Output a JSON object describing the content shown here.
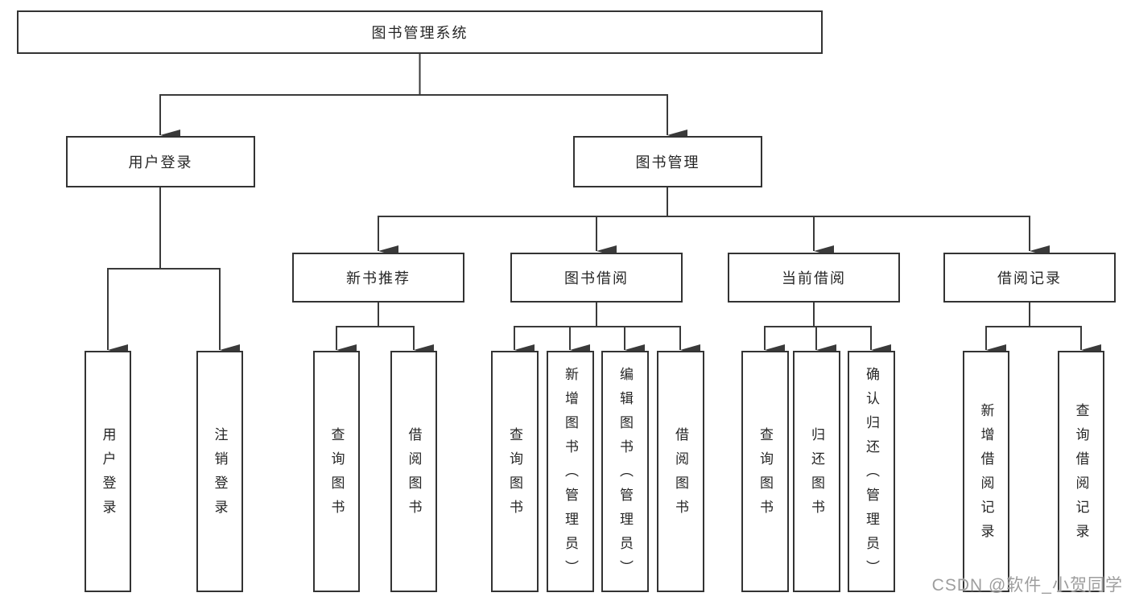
{
  "diagram": {
    "type": "tree",
    "root": {
      "label": "图书管理系统"
    },
    "level2": [
      {
        "label": "用户登录",
        "parent": "图书管理系统"
      },
      {
        "label": "图书管理",
        "parent": "图书管理系统"
      }
    ],
    "level3": [
      {
        "label": "新书推荐",
        "parent": "图书管理"
      },
      {
        "label": "图书借阅",
        "parent": "图书管理"
      },
      {
        "label": "当前借阅",
        "parent": "图书管理"
      },
      {
        "label": "借阅记录",
        "parent": "图书管理"
      }
    ],
    "leaves": [
      {
        "label": "用户登录",
        "parent": "用户登录"
      },
      {
        "label": "注销登录",
        "parent": "用户登录"
      },
      {
        "label": "查询图书",
        "parent": "新书推荐"
      },
      {
        "label": "借阅图书",
        "parent": "新书推荐"
      },
      {
        "label": "查询图书",
        "parent": "图书借阅"
      },
      {
        "label": "新增图书（管理员）",
        "parent": "图书借阅"
      },
      {
        "label": "编辑图书（管理员）",
        "parent": "图书借阅"
      },
      {
        "label": "借阅图书",
        "parent": "图书借阅"
      },
      {
        "label": "查询图书",
        "parent": "当前借阅"
      },
      {
        "label": "归还图书",
        "parent": "当前借阅"
      },
      {
        "label": "确认归还（管理员）",
        "parent": "当前借阅"
      },
      {
        "label": "新增借阅记录",
        "parent": "借阅记录"
      },
      {
        "label": "查询借阅记录",
        "parent": "借阅记录"
      }
    ],
    "watermark": "CSDN @软件_小贺同学",
    "colors": {
      "line": "#3a3a3a",
      "box_border": "#333333",
      "text": "#262626",
      "watermark": "#9e9e9e",
      "background": "#ffffff"
    }
  }
}
